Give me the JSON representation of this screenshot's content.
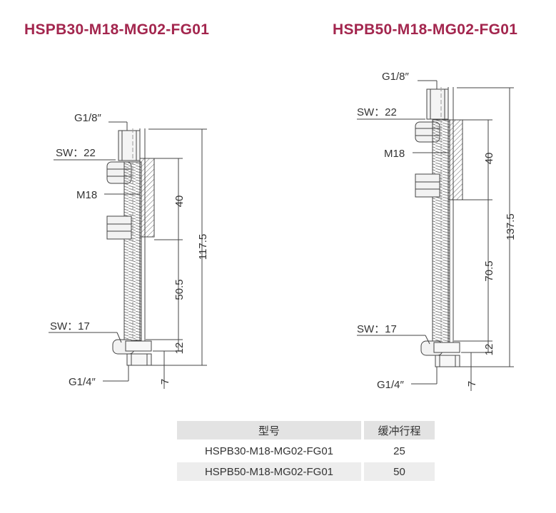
{
  "titles": {
    "left": "HSPB30-M18-MG02-FG01",
    "right": "HSPB50-M18-MG02-FG01"
  },
  "left_drawing": {
    "top_thread": "G1/8″",
    "top_wrench": "SW：22",
    "body_thread": "M18",
    "bottom_wrench": "SW：17",
    "bottom_thread": "G1/4″",
    "dim_upper": "40",
    "dim_middle": "50.5",
    "dim_lower": "12",
    "dim_bottom": "7",
    "dim_total": "117.5"
  },
  "right_drawing": {
    "top_thread": "G1/8″",
    "top_wrench": "SW：22",
    "body_thread": "M18",
    "bottom_wrench": "SW：17",
    "bottom_thread": "G1/4″",
    "dim_upper": "40",
    "dim_middle": "70.5",
    "dim_lower": "12",
    "dim_bottom": "7",
    "dim_total": "137.5"
  },
  "table": {
    "headers": [
      "型号",
      "缓冲行程"
    ],
    "rows": [
      [
        "HSPB30-M18-MG02-FG01",
        "25"
      ],
      [
        "HSPB50-M18-MG02-FG01",
        "50"
      ]
    ]
  }
}
